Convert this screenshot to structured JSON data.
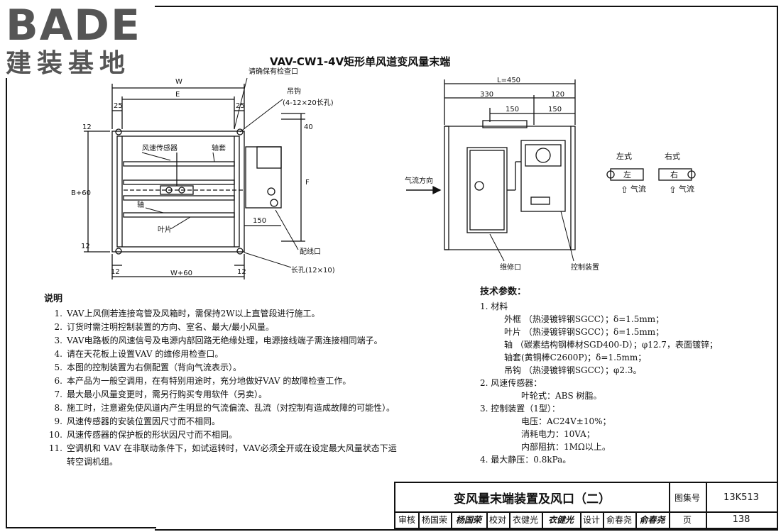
{
  "logo": {
    "brand": "BADE",
    "subtitle": "建装基地"
  },
  "drawing": {
    "title": "VAV-CW1-4V矩形单风道变风量末端",
    "left_view": {
      "labels": {
        "access_note": "请确保有检查口",
        "hanger": "吊钩",
        "hanger_spec": "(4-12×20长孔)",
        "W": "W",
        "E": "E",
        "dim_25a": "25",
        "dim_25b": "25",
        "dim_40": "40",
        "dim_12_top": "12",
        "F": "F",
        "B60": "B+60",
        "sensor": "风速传感器",
        "shaft_sleeve": "轴套",
        "shaft": "轴",
        "blade": "叶片",
        "dim_150": "150",
        "dim_12_left": "12",
        "dim_12_b1": "12",
        "dim_12_b2": "12",
        "W60": "W+60",
        "wiring_port": "配线口",
        "slot": "长孔(12×10)"
      }
    },
    "right_view": {
      "labels": {
        "L450": "L=450",
        "d330": "330",
        "d120": "120",
        "d150a": "150",
        "d150b": "150",
        "airflow": "气流方向",
        "access_port": "维修口",
        "control_device": "控制装置"
      }
    },
    "orientation": {
      "left_type": "左式",
      "right_type": "右式",
      "left_box": "左",
      "right_box": "右",
      "flow_left": "气流",
      "flow_right": "气流",
      "arrow": "⇧"
    }
  },
  "notes": {
    "heading": "说明",
    "items": [
      {
        "n": "1.",
        "t": "VAV上风侧若连接弯管及风箱时，需保持2W以上直管段进行施工。"
      },
      {
        "n": "2.",
        "t": "订货时需注明控制装置的方向、室名、最大/最小风量。"
      },
      {
        "n": "3.",
        "t": "VAV电路板的风速信号及电源内部回路无绝缘处理，电源接线端子需连接相同端子。"
      },
      {
        "n": "4.",
        "t": "请在天花板上设置VAV 的维修用检查口。"
      },
      {
        "n": "5.",
        "t": "本图的控制装置为右侧配置（背向气流表示）。"
      },
      {
        "n": "6.",
        "t": "本产品为一般空调用，在有特别用途时，充分地做好VAV 的故障检查工作。"
      },
      {
        "n": "7.",
        "t": "最大最小风量变更时，需另行购买专用软件（另卖）。"
      },
      {
        "n": "8.",
        "t": "施工时，注意避免使风道内产生明显的气流偏流、乱流（对控制有造成故障的可能性）。"
      },
      {
        "n": "9.",
        "t": "风速传感器的安装位置因尺寸而不相同。"
      },
      {
        "n": "10.",
        "t": "风速传感器的保护板的形状因尺寸而不相同。"
      },
      {
        "n": "11.",
        "t": "空调机和 VAV 在非联动条件下，如试运转时，VAV必须全开或在设定最大风量状态下运"
      }
    ],
    "item11_cont": "转空调机组。"
  },
  "tech": {
    "heading": "技术参数：",
    "s1": "1.  材料",
    "s1_lines": [
      "外框 （热浸镀锌钢SGCC）；δ=1.5mm；",
      "叶片 （热浸镀锌钢SGCC）；δ=1.5mm；",
      "轴 （碳素结构钢棒材SGD400-D）；φ12.7，表面镀锌；",
      "轴套(黄铜棒C2600P)；δ=1.5mm；",
      "吊钩 （热浸镀锌钢SGCC）；φ2.3。"
    ],
    "s2": "2.  风速传感器：",
    "s2_line": "叶轮式：ABS 树脂。",
    "s3": "3.  控制装置（1型）：",
    "s3_lines": [
      "电压：AC24V±10%；",
      "消耗电力：10VA；",
      "内部阻抗：1MΩ以上。"
    ],
    "s4": "4.  最大静压：0.8kPa。"
  },
  "title_block": {
    "title": "变风量末端装置及风口（二）",
    "atlas_label": "图集号",
    "atlas_no": "13K513",
    "page_label": "页",
    "page_no": "138",
    "review_label": "审核",
    "reviewer": "杨国荣",
    "reviewer_sig": "杨国荣",
    "proof_label": "校对",
    "proofer": "衣健光",
    "proofer_sig": "衣健光",
    "design_label": "设计",
    "designer": "俞春尧",
    "designer_sig": "俞春尧"
  }
}
